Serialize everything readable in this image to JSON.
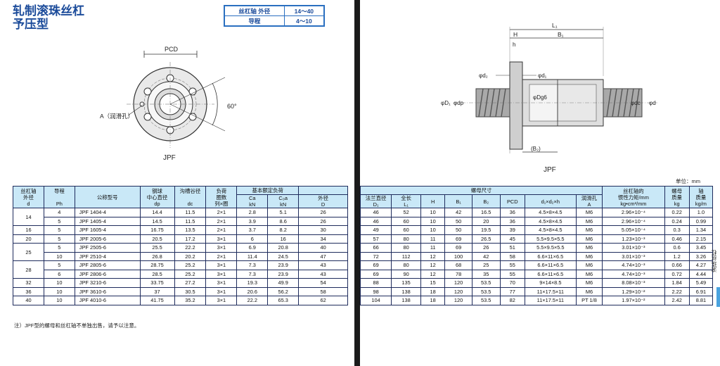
{
  "title": {
    "line1": "轧制滚珠丝杠",
    "line2": "予压型"
  },
  "spec": {
    "shaft_label": "丝杠轴 外径",
    "shaft_value": "14～40",
    "lead_label": "导程",
    "lead_value": "4～10"
  },
  "left_drawing": {
    "pcd": "PCD",
    "oil_hole": "A（润滑孔）",
    "angle": "60°",
    "caption": "JPF"
  },
  "right_drawing": {
    "L1": "L₁",
    "B1": "B₁",
    "H": "H",
    "h": "h",
    "d2": "φd₂",
    "d1": "φd₁",
    "D1": "φD₁",
    "dp": "φdp",
    "Dg6": "φDg6",
    "dc": "φdc",
    "d": "φd",
    "B2": "(B₂)",
    "caption": "JPF"
  },
  "unit_note": "单位：mm",
  "left_table": {
    "headers": {
      "shaft": [
        "丝杠轴",
        "外径",
        "d"
      ],
      "lead": [
        "导程",
        "",
        "Ph"
      ],
      "model": "公称型号",
      "ball": [
        "钢球",
        "中心直径",
        "dp"
      ],
      "groove": [
        "沟槽谷径",
        "",
        "dc"
      ],
      "circuits": [
        "负荷",
        "圈数",
        "列×圈"
      ],
      "load": "基本额定负荷",
      "ca": [
        "Ca",
        "kN"
      ],
      "coa": [
        "C₀a",
        "kN"
      ],
      "od": [
        "外径",
        "D"
      ]
    },
    "rows": [
      [
        "14",
        "4",
        "JPF 1404-4",
        "14.4",
        "11.5",
        "2×1",
        "2.8",
        "5.1",
        "26"
      ],
      [
        "",
        "5",
        "JPF 1405-4",
        "14.5",
        "11.5",
        "2×1",
        "3.9",
        "8.6",
        "26"
      ],
      [
        "16",
        "5",
        "JPF 1605-4",
        "16.75",
        "13.5",
        "2×1",
        "3.7",
        "8.2",
        "30"
      ],
      [
        "20",
        "5",
        "JPF 2005-6",
        "20.5",
        "17.2",
        "3×1",
        "6",
        "16",
        "34"
      ],
      [
        "25",
        "5",
        "JPF 2505-6",
        "25.5",
        "22.2",
        "3×1",
        "6.9",
        "20.8",
        "40"
      ],
      [
        "",
        "10",
        "JPF 2510-4",
        "26.8",
        "20.2",
        "2×1",
        "11.4",
        "24.5",
        "47"
      ],
      [
        "28",
        "5",
        "JPF 2805-6",
        "28.75",
        "25.2",
        "3×1",
        "7.3",
        "23.9",
        "43"
      ],
      [
        "",
        "6",
        "JPF 2806-6",
        "28.5",
        "25.2",
        "3×1",
        "7.3",
        "23.9",
        "43"
      ],
      [
        "32",
        "10",
        "JPF 3210-6",
        "33.75",
        "27.2",
        "3×1",
        "19.3",
        "49.9",
        "54"
      ],
      [
        "36",
        "10",
        "JPF 3610-6",
        "37",
        "30.5",
        "3×1",
        "20.6",
        "56.2",
        "58"
      ],
      [
        "40",
        "10",
        "JPF 4010-6",
        "41.75",
        "35.2",
        "3×1",
        "22.2",
        "65.3",
        "62"
      ]
    ]
  },
  "right_table": {
    "headers": {
      "nut": "螺母尺寸",
      "flange": [
        "法兰直径",
        "D₁"
      ],
      "length": [
        "全长",
        "L₁"
      ],
      "h": "H",
      "b1": "B₁",
      "b2": "B₂",
      "pcd": "PCD",
      "holes": "d₁×d₂×h",
      "oil": [
        "润滑孔",
        "A"
      ],
      "inertia": [
        "丝杠轴的",
        "惯性力矩/mm",
        "kg•cm²/mm"
      ],
      "nut_mass": [
        "螺母",
        "质量",
        "kg"
      ],
      "shaft_mass": [
        "轴",
        "质量",
        "kg/m"
      ]
    },
    "rows": [
      [
        "46",
        "52",
        "10",
        "42",
        "16.5",
        "36",
        "4.5×8×4.5",
        "M6",
        "2.96×10⁻⁴",
        "0.22",
        "1.0"
      ],
      [
        "46",
        "60",
        "10",
        "50",
        "20",
        "36",
        "4.5×8×4.5",
        "M6",
        "2.96×10⁻⁴",
        "0.24",
        "0.99"
      ],
      [
        "49",
        "60",
        "10",
        "50",
        "19.5",
        "39",
        "4.5×8×4.5",
        "M6",
        "5.05×10⁻⁴",
        "0.3",
        "1.34"
      ],
      [
        "57",
        "80",
        "11",
        "69",
        "26.5",
        "45",
        "5.5×9.5×5.5",
        "M6",
        "1.23×10⁻³",
        "0.46",
        "2.15"
      ],
      [
        "66",
        "80",
        "11",
        "69",
        "26",
        "51",
        "5.5×9.5×5.5",
        "M6",
        "3.01×10⁻³",
        "0.6",
        "3.45"
      ],
      [
        "72",
        "112",
        "12",
        "100",
        "42",
        "58",
        "6.6×11×6.5",
        "M6",
        "3.01×10⁻³",
        "1.2",
        "3.26"
      ],
      [
        "69",
        "80",
        "12",
        "68",
        "25",
        "55",
        "6.6×11×6.5",
        "M6",
        "4.74×10⁻³",
        "0.66",
        "4.27"
      ],
      [
        "69",
        "90",
        "12",
        "78",
        "35",
        "55",
        "6.6×11×6.5",
        "M6",
        "4.74×10⁻³",
        "0.72",
        "4.44"
      ],
      [
        "88",
        "135",
        "15",
        "120",
        "53.5",
        "70",
        "9×14×8.5",
        "M6",
        "8.08×10⁻³",
        "1.84",
        "5.49"
      ],
      [
        "98",
        "138",
        "18",
        "120",
        "53.5",
        "77",
        "11×17.5×11",
        "M6",
        "1.29×10⁻²",
        "2.22",
        "6.91"
      ],
      [
        "104",
        "138",
        "18",
        "120",
        "53.5",
        "82",
        "11×17.5×11",
        "PT 1/8",
        "1.97×10⁻²",
        "2.42",
        "8.81"
      ]
    ]
  },
  "footnote": "注）JPF型的螺母和丝杠轴不单独出售，请予以注意。",
  "side_text": "滚珠丝杠",
  "colors": {
    "header_bg": "#c9e8f7",
    "title": "#1b4b9a",
    "border": "#1e2b5c",
    "tab": "#4aa3df"
  }
}
